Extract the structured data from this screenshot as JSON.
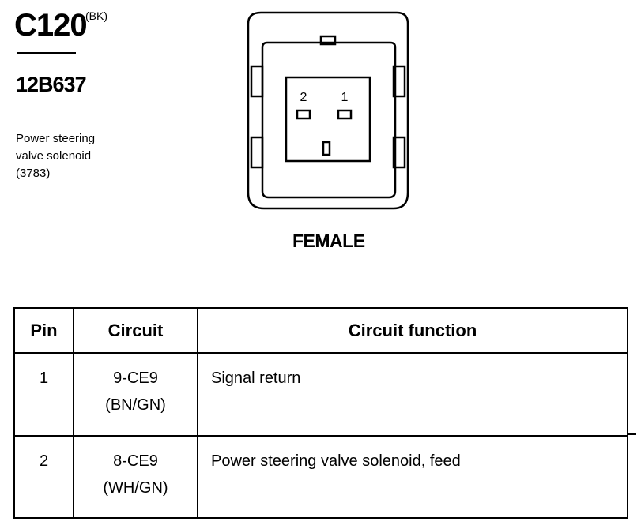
{
  "connector": {
    "id": "C120",
    "color_code": "(BK)",
    "part_number": "12B637",
    "description_lines": [
      "Power steering",
      "valve solenoid",
      "(3783)"
    ],
    "gender": "FEMALE",
    "pin_labels": [
      "2",
      "1"
    ]
  },
  "pinout_table": {
    "headers": [
      "Pin",
      "Circuit",
      "Circuit function"
    ],
    "rows": [
      {
        "pin": "1",
        "circuit": "9-CE9",
        "wire_color": "(BN/GN)",
        "function": "Signal return"
      },
      {
        "pin": "2",
        "circuit": "8-CE9",
        "wire_color": "(WH/GN)",
        "function": "Power steering valve solenoid, feed"
      }
    ]
  }
}
